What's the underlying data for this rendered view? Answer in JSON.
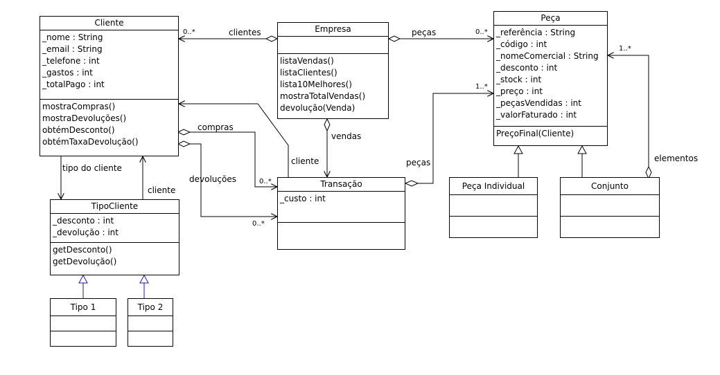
{
  "classes": {
    "cliente": {
      "name": "Cliente",
      "attributes": [
        "_nome : String",
        "_email : String",
        "_telefone : int",
        "_gastos : int",
        "_totalPago : int"
      ],
      "operations": [
        "mostraCompras()",
        "mostraDevoluções()",
        "obtémDesconto()",
        "obtémTaxaDevolução()"
      ]
    },
    "empresa": {
      "name": "Empresa",
      "attributes": [],
      "operations": [
        "listaVendas()",
        "listaClientes()",
        "lista10Melhores()",
        "mostraTotalVendas()",
        "devolução(Venda)"
      ]
    },
    "peca": {
      "name": "Peça",
      "attributes": [
        "_referência : String",
        "_código : int",
        "_nomeComercial : String",
        "_desconto : int",
        "_stock : int",
        "_preço : int",
        "_peçasVendidas : int",
        "_valorFaturado : int"
      ],
      "operations": [
        "PreçoFinal(Cliente)"
      ]
    },
    "transacao": {
      "name": "Transação",
      "attributes": [
        "_custo : int"
      ],
      "operations": []
    },
    "tipo_cliente": {
      "name": "TipoCliente",
      "attributes": [
        "_desconto : int",
        "_devolução : int"
      ],
      "operations": [
        "getDesconto()",
        "getDevolução()"
      ]
    },
    "tipo1": {
      "name": "Tipo 1",
      "attributes": [],
      "operations": []
    },
    "tipo2": {
      "name": "Tipo 2",
      "attributes": [],
      "operations": []
    },
    "peca_individual": {
      "name": "Peça Individual",
      "attributes": [],
      "operations": []
    },
    "conjunto": {
      "name": "Conjunto",
      "attributes": [],
      "operations": []
    }
  },
  "association_labels": {
    "clientes": "clientes",
    "pecas_empresa": "peças",
    "vendas": "vendas",
    "pecas_transacao": "peças",
    "compras": "compras",
    "devolucoes": "devoluções",
    "cliente_transacao": "cliente",
    "tipo_do_cliente": "tipo do cliente",
    "cliente_tipo": "cliente",
    "elementos": "elementos"
  },
  "multiplicities": {
    "clientes": "0..*",
    "pecas_empresa": "0..*",
    "compras": "0..*",
    "devolucoes": "0..*",
    "pecas_transacao": "1..*",
    "elementos": "1..*"
  },
  "colors": {
    "line": "#000000",
    "generalization": "#1a1aa0",
    "background": "#ffffff"
  }
}
